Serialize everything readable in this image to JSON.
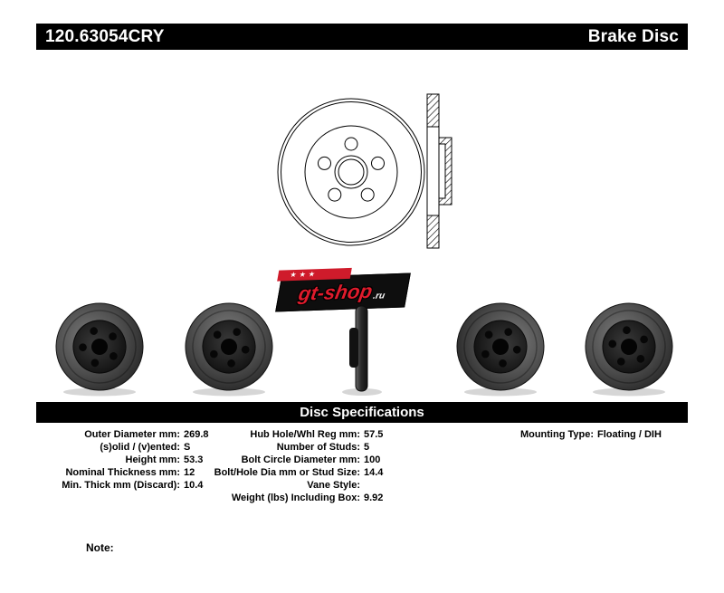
{
  "header": {
    "part_number": "120.63054CRY",
    "product_type": "Brake Disc"
  },
  "logo": {
    "stars": "★★★",
    "text": "gt-shop",
    "suffix": ".ru"
  },
  "colors": {
    "bar_background": "#000000",
    "bar_text": "#ffffff",
    "logo_red": "#cf1b2b"
  },
  "specs": {
    "title": "Disc Specifications",
    "left": [
      {
        "label": "Outer Diameter mm:",
        "value": "269.8"
      },
      {
        "label": "(s)olid / (v)ented:",
        "value": "S"
      },
      {
        "label": "Height mm:",
        "value": "53.3"
      },
      {
        "label": "Nominal Thickness mm:",
        "value": "12"
      },
      {
        "label": "Min. Thick mm (Discard):",
        "value": "10.4"
      }
    ],
    "middle": [
      {
        "label": "Hub Hole/Whl Reg mm:",
        "value": "57.5"
      },
      {
        "label": "Number of Studs:",
        "value": "5"
      },
      {
        "label": "Bolt Circle Diameter mm:",
        "value": "100"
      },
      {
        "label": "Bolt/Hole Dia mm or Stud Size:",
        "value": "14.4"
      },
      {
        "label": "Vane Style:",
        "value": ""
      },
      {
        "label": "Weight (lbs) Including Box:",
        "value": "9.92"
      }
    ],
    "right": [
      {
        "label": "Mounting Type:",
        "value": "Floating / DIH"
      }
    ]
  },
  "note": {
    "label": "Note:"
  }
}
